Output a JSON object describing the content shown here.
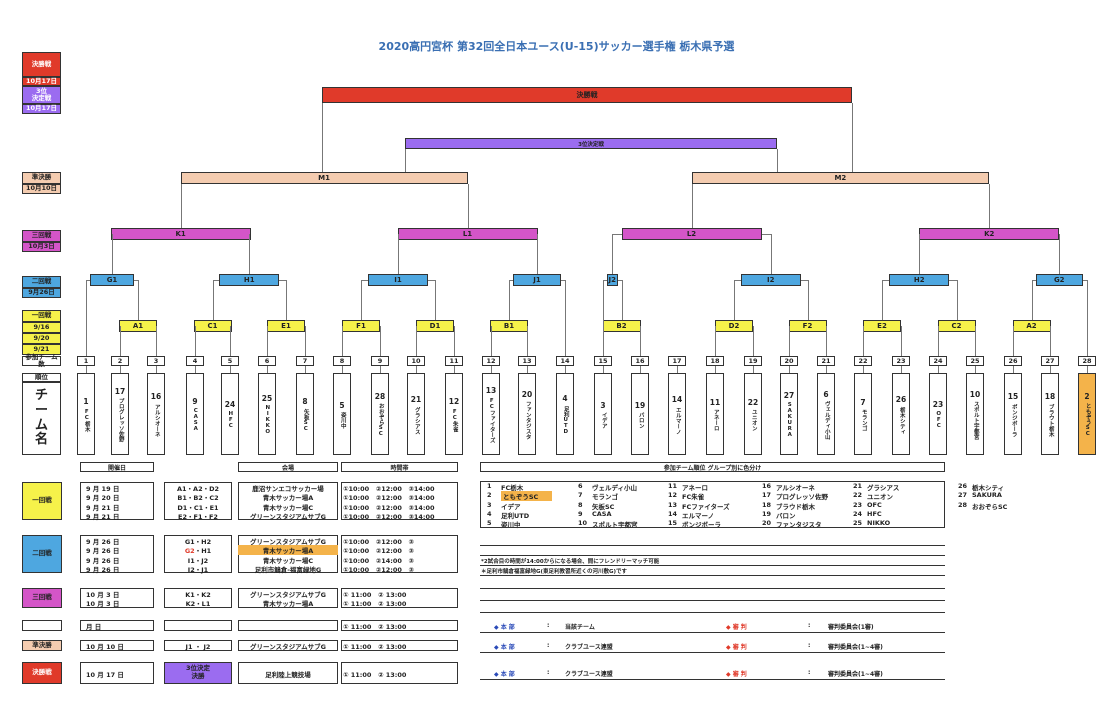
{
  "title": "2020高円宮杯 第32回全日本ユース(U-15)サッカー選手権 栃木県予選",
  "labels": {
    "final": "決勝戦",
    "final_date": "10月17日",
    "third": "3位\n決定戦",
    "third_date": "10月17日",
    "semi": "準決勝",
    "semi_date": "10月10日",
    "r3": "三回戦",
    "r3_date": "10月3日",
    "r2": "二回戦",
    "r2_date": "9月26日",
    "r1": "一回戦",
    "r1_d1": "9/16",
    "r1_d2": "9/20",
    "r1_d3": "9/21",
    "count": "参加チーム数",
    "rank": "順位",
    "team_label": "チ|ー|ム|名"
  },
  "bracket": {
    "final": "決勝戦",
    "third": "3位決定戦",
    "semis": [
      "M1",
      "M2"
    ],
    "r3": [
      "K1",
      "L1",
      "L2",
      "K2"
    ],
    "r2": [
      "G1",
      "H1",
      "I1",
      "J1",
      "J2",
      "I2",
      "H2",
      "G2"
    ],
    "r1": [
      "A1",
      "C1",
      "E1",
      "F1",
      "D1",
      "B1",
      "B2",
      "D2",
      "F2",
      "E2",
      "C2",
      "A2"
    ]
  },
  "slots": [
    {
      "n": "1",
      "r": "1",
      "t": "FC栃木"
    },
    {
      "n": "2",
      "r": "17",
      "t": "プログレッソ佐野"
    },
    {
      "n": "3",
      "r": "16",
      "t": "アルシオーネ"
    },
    {
      "n": "4",
      "r": "9",
      "t": "CASA"
    },
    {
      "n": "5",
      "r": "24",
      "t": "HFC"
    },
    {
      "n": "6",
      "r": "25",
      "t": "NIKKO"
    },
    {
      "n": "7",
      "r": "8",
      "t": "矢板SC"
    },
    {
      "n": "8",
      "r": "5",
      "t": "姿川中"
    },
    {
      "n": "9",
      "r": "28",
      "t": "おおぞらSC"
    },
    {
      "n": "10",
      "r": "21",
      "t": "グラシアス"
    },
    {
      "n": "11",
      "r": "12",
      "t": "FC朱雀"
    },
    {
      "n": "12",
      "r": "13",
      "t": "FCファイターズ"
    },
    {
      "n": "13",
      "r": "20",
      "t": "ファンタジスタ"
    },
    {
      "n": "14",
      "r": "4",
      "t": "足利UTD"
    },
    {
      "n": "15",
      "r": "3",
      "t": "イデア"
    },
    {
      "n": "16",
      "r": "19",
      "t": "バロン"
    },
    {
      "n": "17",
      "r": "14",
      "t": "エルマーノ"
    },
    {
      "n": "18",
      "r": "11",
      "t": "アネーロ"
    },
    {
      "n": "19",
      "r": "22",
      "t": "ユニオン"
    },
    {
      "n": "20",
      "r": "27",
      "t": "SAKURA"
    },
    {
      "n": "21",
      "r": "6",
      "t": "ヴェルディ小山"
    },
    {
      "n": "22",
      "r": "7",
      "t": "モランゴ"
    },
    {
      "n": "23",
      "r": "26",
      "t": "栃木シティ"
    },
    {
      "n": "24",
      "r": "23",
      "t": "OFC"
    },
    {
      "n": "25",
      "r": "10",
      "t": "スポルト宇都宮"
    },
    {
      "n": "26",
      "r": "15",
      "t": "ボンジボーラ"
    },
    {
      "n": "27",
      "r": "18",
      "t": "ブラウト栃木"
    },
    {
      "n": "28",
      "r": "2",
      "t": "ともぞうSC"
    }
  ],
  "headers": {
    "date": "開催日",
    "venue": "会場",
    "time": "時間帯",
    "teams": "参加チーム順位 グループ別に色分け"
  },
  "schedule": [
    {
      "round": "一回戦",
      "rows": [
        {
          "m": "9",
          "d": "19",
          "w": "日",
          "match": "A1・A2・D2",
          "venue": "鹿沼サンエコサッカー場",
          "time": "①10:00　②12:00　③14:00"
        },
        {
          "m": "9",
          "d": "20",
          "w": "日",
          "match": "B1・B2・C2",
          "venue": "青木サッカー場A",
          "time": "①10:00　②12:00　③14:00"
        },
        {
          "m": "9",
          "d": "21",
          "w": "日",
          "match": "D1・C1・E1",
          "venue": "青木サッカー場C",
          "time": "①10:00　②12:00　③14:00"
        },
        {
          "m": "9",
          "d": "21",
          "w": "日",
          "match": "E2・F1・F2",
          "venue": "グリーンスタジアムサブG",
          "time": "①10:00　②12:00　③14:00"
        }
      ]
    },
    {
      "round": "二回戦",
      "rows": [
        {
          "m": "9",
          "d": "26",
          "w": "日",
          "match": "G1・H2",
          "venue": "グリーンスタジアムサブG",
          "time": "①10:00　②12:00　③"
        },
        {
          "m": "9",
          "d": "26",
          "w": "日",
          "match": "G2・H1",
          "venue": "青木サッカー場A",
          "time": "①10:00　②12:00　③"
        },
        {
          "m": "9",
          "d": "26",
          "w": "日",
          "match": "I1・J2",
          "venue": "青木サッカー場C",
          "time": "①10:00　②14:00　③"
        },
        {
          "m": "9",
          "d": "26",
          "w": "日",
          "match": "I2・J1",
          "venue": "足利市鵤倉-福富緑地G",
          "time": "①10:00　②12:00　③"
        }
      ]
    },
    {
      "round": "三回戦",
      "rows": [
        {
          "m": "10",
          "d": "3",
          "w": "日",
          "match": "K1・K2",
          "venue": "グリーンスタジアムサブG",
          "time": "① 11:00　② 13:00"
        },
        {
          "m": "10",
          "d": "3",
          "w": "日",
          "match": "K2・L1",
          "venue": "青木サッカー場A",
          "time": "① 11:00　② 13:00"
        }
      ]
    },
    {
      "round": "",
      "rows": [
        {
          "m": "",
          "d": "",
          "w": "",
          "mo": "月",
          "da": "日",
          "match": "",
          "venue": "",
          "time": "① 11:00　② 13:00"
        }
      ]
    },
    {
      "round": "準決勝",
      "rows": [
        {
          "m": "10",
          "d": "10",
          "w": "日",
          "match": "J1 ・ J2",
          "venue": "グリーンスタジアムサブG",
          "time": "① 11:00　② 13:00"
        }
      ]
    },
    {
      "round": "決勝戦",
      "rows": [
        {
          "m": "10",
          "d": "17",
          "w": "日",
          "match": "3位決定\n決勝",
          "venue": "足利陸上競技場",
          "time": "① 11:00　② 13:00"
        }
      ]
    }
  ],
  "teams_list": [
    [
      "1",
      "FC栃木"
    ],
    [
      "2",
      "ともぞうSC"
    ],
    [
      "3",
      "イデア"
    ],
    [
      "4",
      "足利UTD"
    ],
    [
      "5",
      "姿川中"
    ],
    [
      "6",
      "ヴェルディ小山"
    ],
    [
      "7",
      "モランゴ"
    ],
    [
      "8",
      "矢板SC"
    ],
    [
      "9",
      "CASA"
    ],
    [
      "10",
      "スポルト宇都宮"
    ],
    [
      "11",
      "アネーロ"
    ],
    [
      "12",
      "FC朱雀"
    ],
    [
      "13",
      "FCファイターズ"
    ],
    [
      "14",
      "エルマーノ"
    ],
    [
      "15",
      "ボンジボーラ"
    ],
    [
      "16",
      "アルシオーネ"
    ],
    [
      "17",
      "プログレッソ佐野"
    ],
    [
      "18",
      "ブラウド栃木"
    ],
    [
      "19",
      "バロン"
    ],
    [
      "20",
      "ファンタジスタ"
    ],
    [
      "21",
      "グラシアス"
    ],
    [
      "22",
      "ユニオン"
    ],
    [
      "23",
      "OFC"
    ],
    [
      "24",
      "HFC"
    ],
    [
      "25",
      "NIKKO"
    ],
    [
      "26",
      "栃木シティ"
    ],
    [
      "27",
      "SAKURA"
    ],
    [
      "28",
      "おおぞらSC"
    ]
  ],
  "notes": [
    "*2試合目の時間が14:00からになる場合、間にフレンドリーマッチ可能",
    "＊足利市鵤倉福富緑地G(東足利教習所近くの河川敷G)です"
  ],
  "officials": [
    {
      "hq": "◆ 本 部",
      "hq_val": "当該チーム",
      "ref": "◆ 審 判",
      "ref_val": "審判委員会(1審)"
    },
    {
      "hq": "◆ 本 部",
      "hq_val": "クラブユース連盟",
      "ref": "◆ 審 判",
      "ref_val": "審判委員会(1~4審)"
    },
    {
      "hq": "◆ 本 部",
      "hq_val": "クラブユース連盟",
      "ref": "◆ 審 判",
      "ref_val": "審判委員会(1~4審)"
    }
  ],
  "colors": {
    "final": "#e03a2a",
    "third": "#9b6cf0",
    "semi": "#f4ccb0",
    "r3": "#d455c8",
    "r2": "#4ea7e0",
    "r1": "#f6f24a",
    "highlight": "#f4b34a"
  }
}
